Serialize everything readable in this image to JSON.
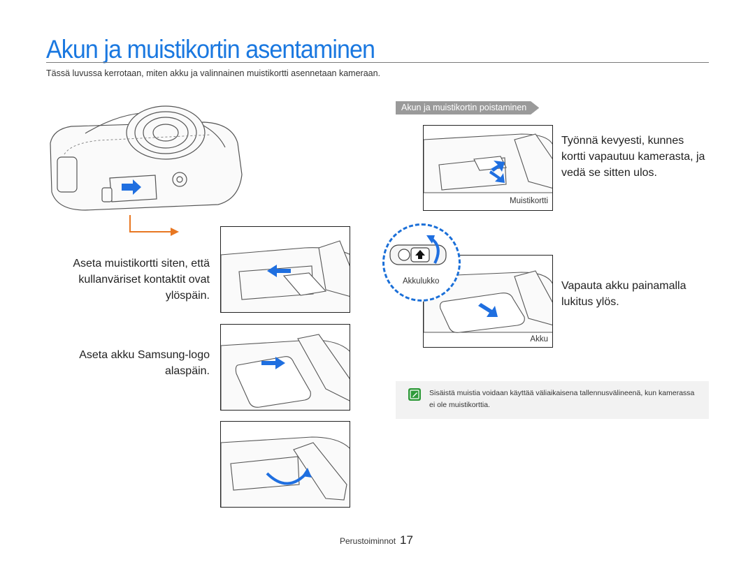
{
  "page": {
    "title": "Akun ja muistikortin asentaminen",
    "intro": "Tässä luvussa kerrotaan, miten akku ja valinnainen muistikortti asennetaan kameraan."
  },
  "insert_steps": {
    "card_text": "Aseta muistikortti siten, että kullanväriset kontaktit ovat ylöspäin.",
    "battery_text": "Aseta akku Samsung-logo alaspäin."
  },
  "removal": {
    "heading": "Akun ja muistikortin poistaminen",
    "card_text": "Työnnä kevyesti, kunnes kortti vapautuu kamerasta, ja vedä se sitten ulos.",
    "card_caption": "Muistikortti",
    "lock_caption": "Akkulukko",
    "battery_text": "Vapauta akku painamalla lukitus ylös.",
    "battery_caption": "Akku"
  },
  "note": {
    "icon": "note-pencil-icon",
    "text": "Sisäistä muistia voidaan käyttää väliaikaisena tallennusvälineenä, kun kamerassa ei ole muistikorttia."
  },
  "footer": {
    "section": "Perustoiminnot",
    "page_number": "17"
  },
  "colors": {
    "accent": "#1a78e0",
    "arrow_blue": "#1f6fe0",
    "flow_arrow": "#e87722",
    "note_icon": "#2f9a3a"
  }
}
